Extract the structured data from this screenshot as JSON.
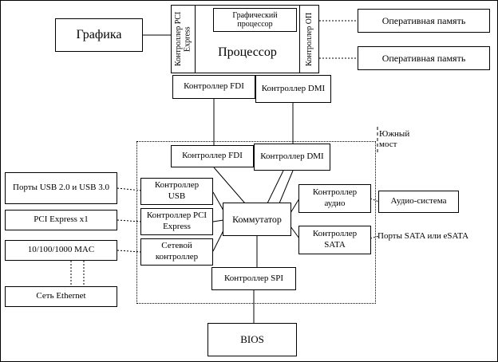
{
  "diagram": {
    "grafika": "Графика",
    "processor": {
      "pci_strip": "Контроллер PCI Express",
      "gpu": "Графический процессор",
      "label": "Процессор",
      "op_strip": "Контроллер ОП"
    },
    "ram1": "Оперативная память",
    "ram2": "Оперативная память",
    "fdi_top": "Контроллер FDI",
    "dmi_top": "Контроллер DMI",
    "south_bridge": {
      "label": "Южный мост",
      "fdi": "Контроллер FDI",
      "dmi": "Контроллер DMI",
      "usb": "Контроллер USB",
      "pcie": "Контроллер PCI Express",
      "net": "Сетевой контроллер",
      "switch": "Коммутатор",
      "audio": "Контроллер аудио",
      "sata": "Контроллер SATA",
      "spi": "Контроллер SPI"
    },
    "left": {
      "usb_ports": "Порты USB 2.0 и USB 3.0",
      "pcie_x1": "PCI Express x1",
      "mac": "10/100/1000 MAC",
      "ethernet": "Сеть Ethernet"
    },
    "right": {
      "audio_system": "Аудио-система",
      "sata_ports": "Порты SATA или eSATA"
    },
    "bios": "BIOS"
  }
}
